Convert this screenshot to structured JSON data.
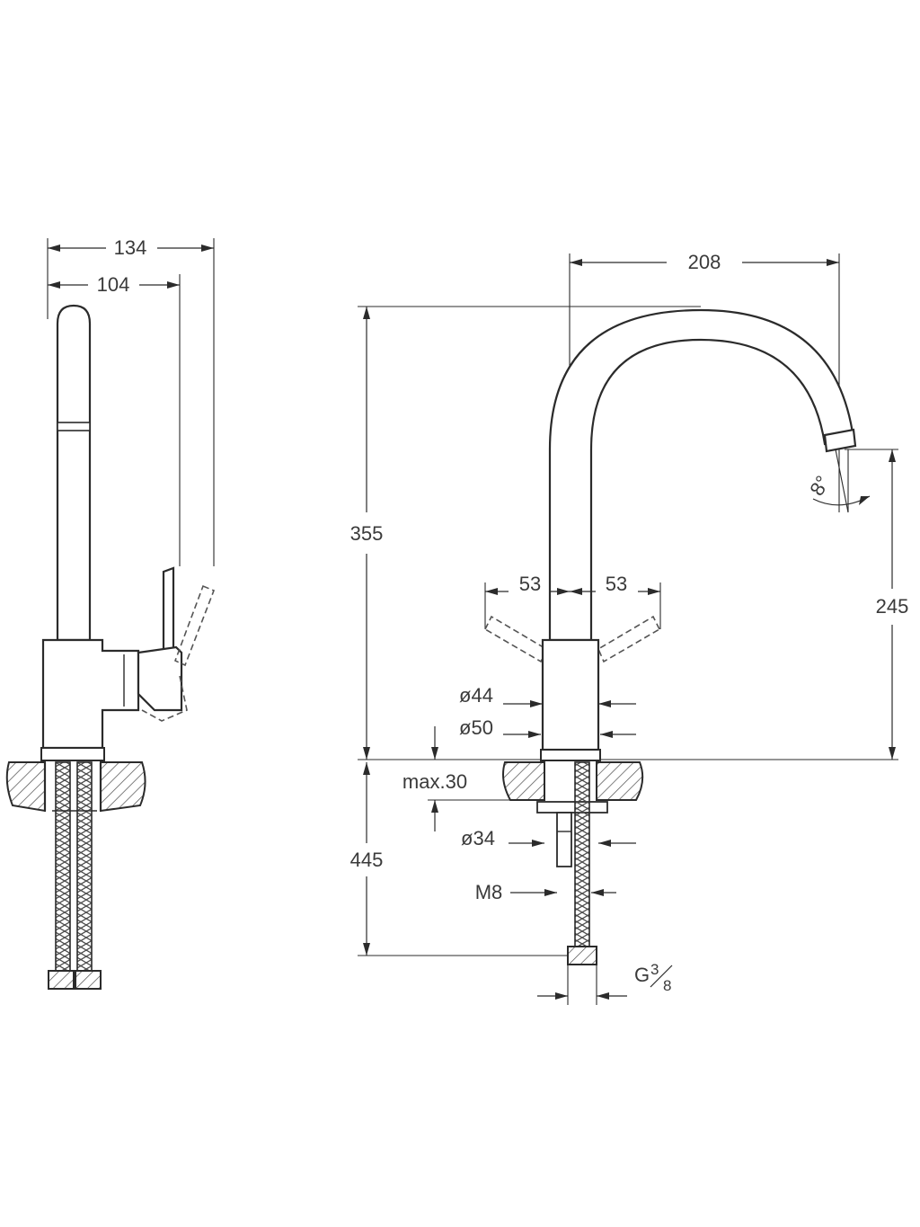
{
  "dimensions": {
    "side_total_width": "134",
    "side_body_width": "104",
    "spout_reach": "208",
    "overall_height": "355",
    "outlet_height": "245",
    "handle_left_swing": "53",
    "handle_right_swing": "53",
    "body_diameter_upper": "ø44",
    "body_diameter_lower": "ø50",
    "max_deck_thickness": "max.30",
    "shank_diameter": "ø34",
    "stud_thread": "M8",
    "hose_length": "445",
    "spray_angle": "8°",
    "hose_connection_prefix": "G",
    "hose_connection_numerator": "3",
    "hose_connection_denominator": "8"
  }
}
